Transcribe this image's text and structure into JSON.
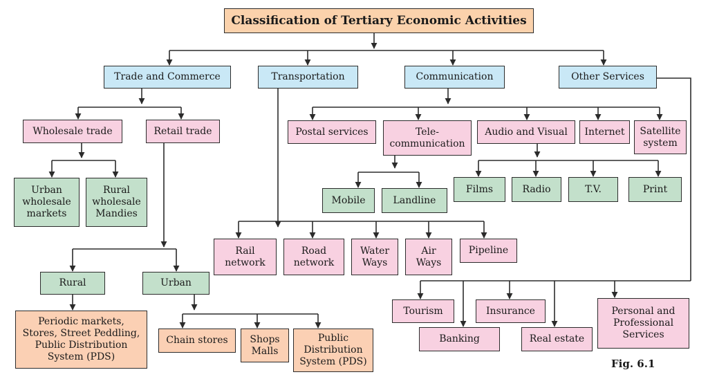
{
  "title": "Classification of Tertiary Economic Activities",
  "figure_label": "Fig. 6.1",
  "colors": {
    "title_fill": "#fbd2ac",
    "category_fill": "#c9e8f6",
    "activity_fill": "#f8d1e1",
    "subtype_fill": "#c3e0cb",
    "outlet_fill": "#fbd0b4",
    "line": "#2b2b2b"
  },
  "categories": {
    "trade": "Trade and Commerce",
    "transport": "Transportation",
    "communication": "Communication",
    "other": "Other Services"
  },
  "trade": {
    "wholesale": "Wholesale trade",
    "retail": "Retail trade",
    "urban_wholesale": "Urban\nwholesale\nmarkets",
    "rural_wholesale": "Rural\nwholesale\nMandies",
    "rural": "Rural",
    "urban": "Urban",
    "rural_outlets": "Periodic markets,\nStores, Street Peddling,\nPublic Distribution\nSystem (PDS)",
    "chain_stores": "Chain stores",
    "shops_malls": "Shops\nMalls",
    "urban_pds": "Public\nDistribution\nSystem (PDS)"
  },
  "transport": {
    "rail": "Rail\nnetwork",
    "road": "Road\nnetwork",
    "water": "Water\nWays",
    "air": "Air\nWays",
    "pipeline": "Pipeline"
  },
  "communication": {
    "postal": "Postal services",
    "telecom": "Tele-\ncommunication",
    "audio_visual": "Audio and Visual",
    "internet": "Internet",
    "satellite": "Satellite\nsystem",
    "mobile": "Mobile",
    "landline": "Landline",
    "films": "Films",
    "radio": "Radio",
    "tv": "T.V.",
    "print": "Print"
  },
  "other": {
    "tourism": "Tourism",
    "banking": "Banking",
    "insurance": "Insurance",
    "real_estate": "Real estate",
    "personal": "Personal and\nProfessional\nServices"
  }
}
